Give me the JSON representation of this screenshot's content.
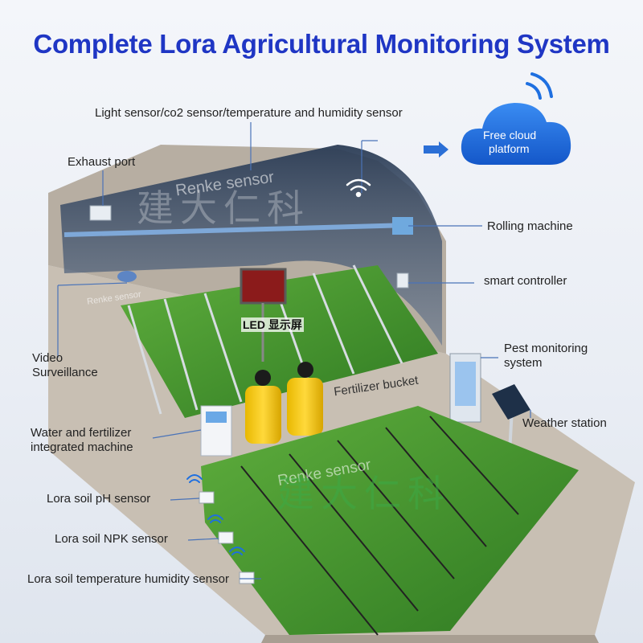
{
  "title": "Complete Lora Agricultural Monitoring System",
  "labels": {
    "sensors_top": "Light sensor/co2 sensor/temperature and humidity sensor",
    "exhaust": "Exhaust port",
    "cloud_line1": "Free cloud",
    "cloud_line2": "platform",
    "rolling": "Rolling machine",
    "smart_controller": "smart controller",
    "video_line1": "Video",
    "video_line2": "Surveillance",
    "led": "LED 显示屏",
    "pest_line1": "Pest monitoring",
    "pest_line2": "system",
    "fertilizer": "Fertilizer bucket",
    "weather": "Weather station",
    "water_line1": "Water and fertilizer",
    "water_line2": "integrated machine",
    "soil_ph": "Lora soil pH sensor",
    "soil_npk": "Lora soil NPK sensor",
    "soil_temp": "Lora soil temperature humidity sensor"
  },
  "watermarks": {
    "brand_en": "Renke sensor",
    "brand_cn": "建大仁科"
  },
  "colors": {
    "title": "#1f36c4",
    "cloud": "#1e6fe0",
    "wifi": "#1e6fe0",
    "grass": "#3f8a2c",
    "arrow": "#2b6fd6"
  }
}
